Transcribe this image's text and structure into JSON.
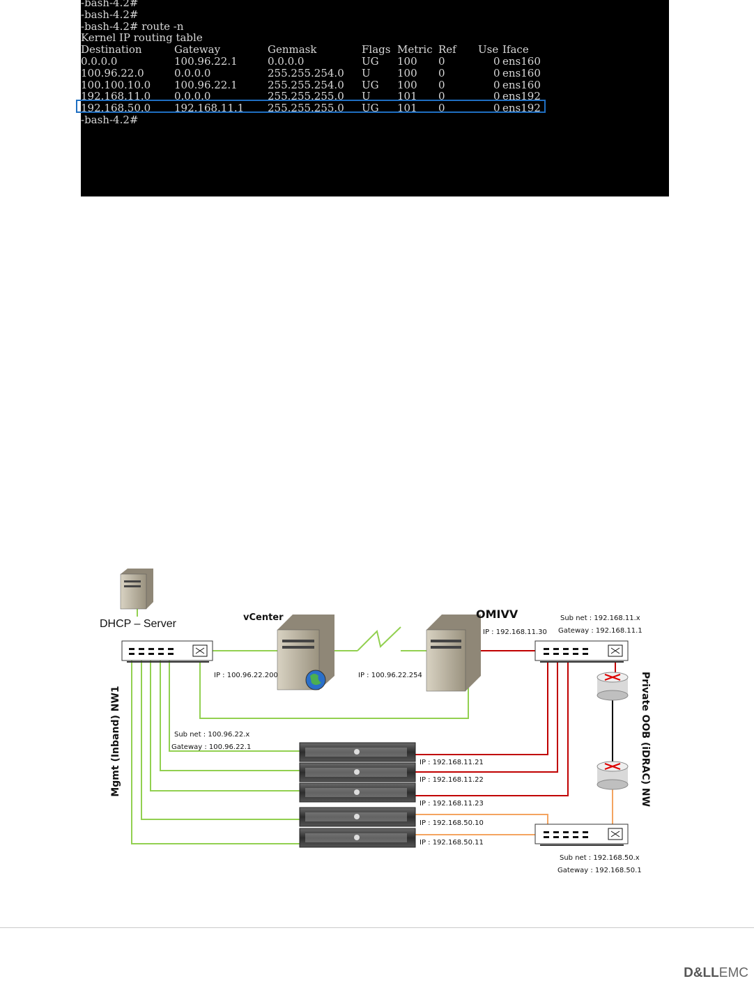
{
  "terminal": {
    "lines": [
      [
        "-bash-4.2#"
      ],
      [
        "-bash-4.2#"
      ],
      [
        "-bash-4.2# route -n"
      ],
      [
        "Kernel IP routing table"
      ],
      [
        "Destination",
        "Gateway",
        "Genmask",
        "Flags",
        "Metric",
        "Ref",
        "Use",
        "Iface"
      ],
      [
        "0.0.0.0",
        "100.96.22.1",
        "0.0.0.0",
        "UG",
        "100",
        "0",
        "0",
        "ens160"
      ],
      [
        "100.96.22.0",
        "0.0.0.0",
        "255.255.254.0",
        "U",
        "100",
        "0",
        "0",
        "ens160"
      ],
      [
        "100.100.10.0",
        "100.96.22.1",
        "255.255.254.0",
        "UG",
        "100",
        "0",
        "0",
        "ens160"
      ],
      [
        "192.168.11.0",
        "0.0.0.0",
        "255.255.255.0",
        "U",
        "101",
        "0",
        "0",
        "ens192"
      ],
      [
        "192.168.50.0",
        "192.168.11.1",
        "255.255.255.0",
        "UG",
        "101",
        "0",
        "0",
        "ens192"
      ],
      [
        "-bash-4.2#"
      ]
    ],
    "highlight_color": "#1f6fc2"
  },
  "diagram": {
    "dhcp_label": "DHCP – Server",
    "vcenter_label": "vCenter",
    "vcenter_ip": "IP : 100.96.22.200",
    "omivv_label": "OMIVV",
    "omivv_ip_left": "IP : 100.96.22.254",
    "omivv_ip_right": "IP : 192.168.11.30",
    "oob_subnet": "Sub net : 192.168.11.x",
    "oob_gateway": "Gateway : 192.168.11.1",
    "mgmt_subnet": "Sub net : 100.96.22.x",
    "mgmt_gateway": "Gateway : 100.96.22.1",
    "server_ips": [
      "IP : 192.168.11.21",
      "IP : 192.168.11.22",
      "IP : 192.168.11.23",
      "IP : 192.168.50.10",
      "IP : 192.168.50.11"
    ],
    "oob2_subnet": "Sub net : 192.168.50.x",
    "oob2_gateway": "Gateway : 192.168.50.1",
    "left_vertical_label": "Mgmt (Inband) NW1",
    "right_vertical_label": "Private OOB (iDRAC) NW",
    "colors": {
      "mgmt": "#92d050",
      "oob": "#c00000",
      "oob2": "#f4a460"
    }
  },
  "footer": {
    "logo_bold": "D&LL",
    "logo_rest": "EMC"
  }
}
